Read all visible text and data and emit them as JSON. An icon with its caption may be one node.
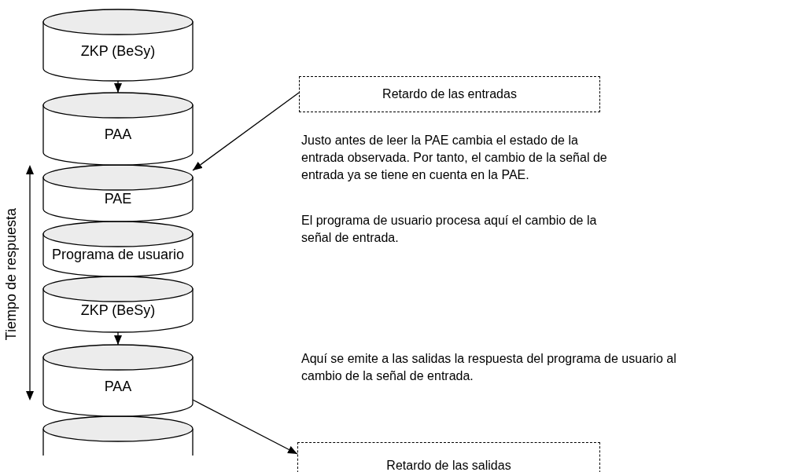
{
  "diagram": {
    "nodes": [
      {
        "text": [
          "ZKP (BeSy)"
        ]
      },
      {
        "text": [
          "PAA"
        ]
      },
      {
        "text": [
          "PAE"
        ]
      },
      {
        "text": [
          "Programa de usuario"
        ]
      },
      {
        "text": [
          "ZKP (BeSy)"
        ]
      },
      {
        "text": [
          "PAA"
        ]
      },
      {
        "text": [],
        "shape": "cylinder"
      },
      {
        "text": [
          "Retardo de las entradas"
        ]
      },
      {
        "text": [
          "Retardo de las salidas"
        ]
      }
    ],
    "edges": [
      {
        "from": 0,
        "to": 1,
        "arrow": "to"
      },
      {
        "from": 4,
        "to": 5,
        "arrow": "to"
      },
      {
        "from": 7,
        "to": 2,
        "arrow": "to"
      },
      {
        "from": 5,
        "to": 8,
        "arrow": "to"
      }
    ],
    "labels": [
      "Tiempo de respuesta",
      "Justo antes de leer la PAE cambia el estado de la entrada observada. Por tanto, el cambio de la señal de entrada ya se tiene en cuenta en la PAE.",
      "El programa de usuario procesa aquí el cambio de la señal de entrada.",
      "Aquí se emite a las salidas la respuesta del programa de usuario al cambio de la señal de entrada."
    ]
  }
}
